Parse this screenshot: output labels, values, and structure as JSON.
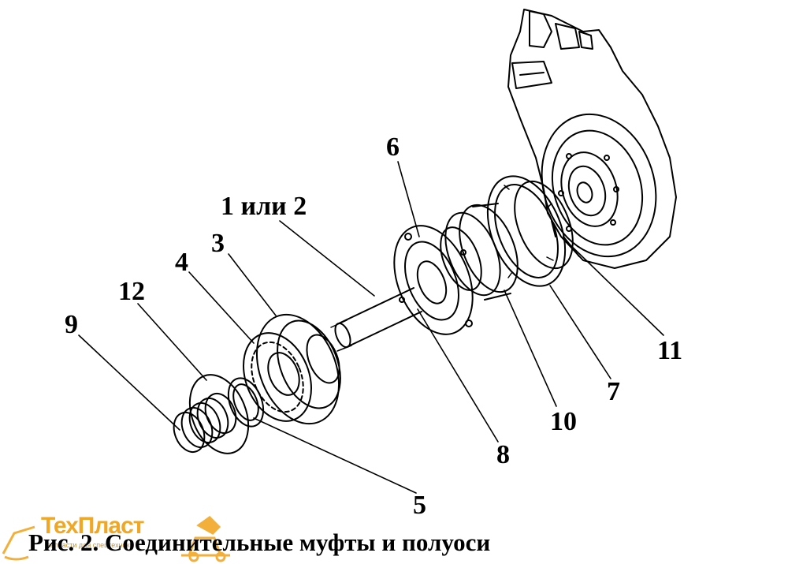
{
  "figure": {
    "caption": "Рис. 2. Соединительные муфты и полуоси",
    "labels": {
      "l1": "1 или 2",
      "l3": "3",
      "l4": "4",
      "l5": "5",
      "l6": "6",
      "l7": "7",
      "l8": "8",
      "l9": "9",
      "l10": "10",
      "l11": "11",
      "l12": "12"
    }
  },
  "watermark": {
    "name": "ТехПласт",
    "tagline": "запчасти для спецтехники",
    "icon": "excavator-icon",
    "color": "#f0a31a"
  }
}
